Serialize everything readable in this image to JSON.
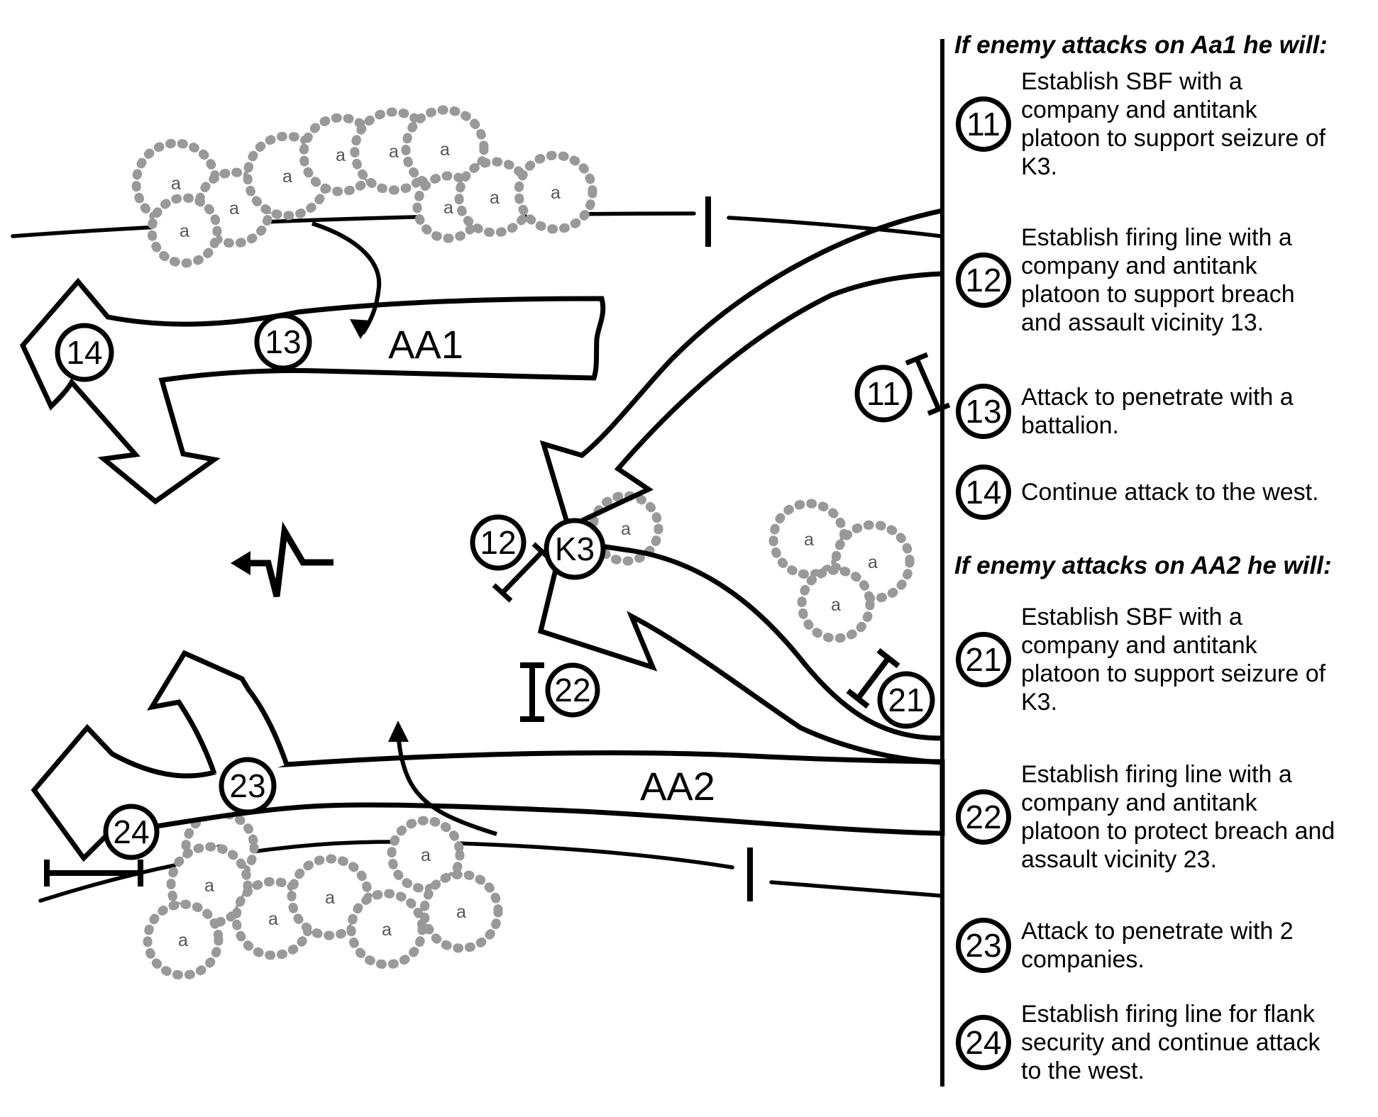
{
  "colors": {
    "ink": "#000000",
    "paper": "#ffffff",
    "foliage": "#999999"
  },
  "panel": {
    "header_aa1": "If enemy attacks on Aa1 he will:",
    "header_aa2": "If enemy attacks on AA2 he will:",
    "items": [
      {
        "num": "11",
        "text": "Establish SBF with a\ncompany and antitank\nplatoon to support seizure of\nK3."
      },
      {
        "num": "12",
        "text": "Establish firing line with a\ncompany and antitank\nplatoon to support breach\nand assault vicinity 13."
      },
      {
        "num": "13",
        "text": "Attack to penetrate with a\nbattalion."
      },
      {
        "num": "14",
        "text": "Continue attack to the west."
      },
      {
        "num": "21",
        "text": "Establish SBF with a\ncompany and antitank\nplatoon to support seizure of\nK3."
      },
      {
        "num": "22",
        "text": "Establish firing line with a\ncompany and antitank\nplatoon to protect breach and\nassault vicinity 23."
      },
      {
        "num": "23",
        "text": "Attack to penetrate with 2\ncompanies."
      },
      {
        "num": "24",
        "text": "Establish firing line for flank\nsecurity and continue attack\nto the west."
      }
    ]
  },
  "map": {
    "labels": {
      "aa1": "AA1",
      "aa2": "AA2",
      "k3": "K3"
    },
    "markers": {
      "m11": "11",
      "m12": "12",
      "m13": "13",
      "m14": "14",
      "m21": "21",
      "m22": "22",
      "m23": "23",
      "m24": "24"
    },
    "tree_letter": "a"
  }
}
